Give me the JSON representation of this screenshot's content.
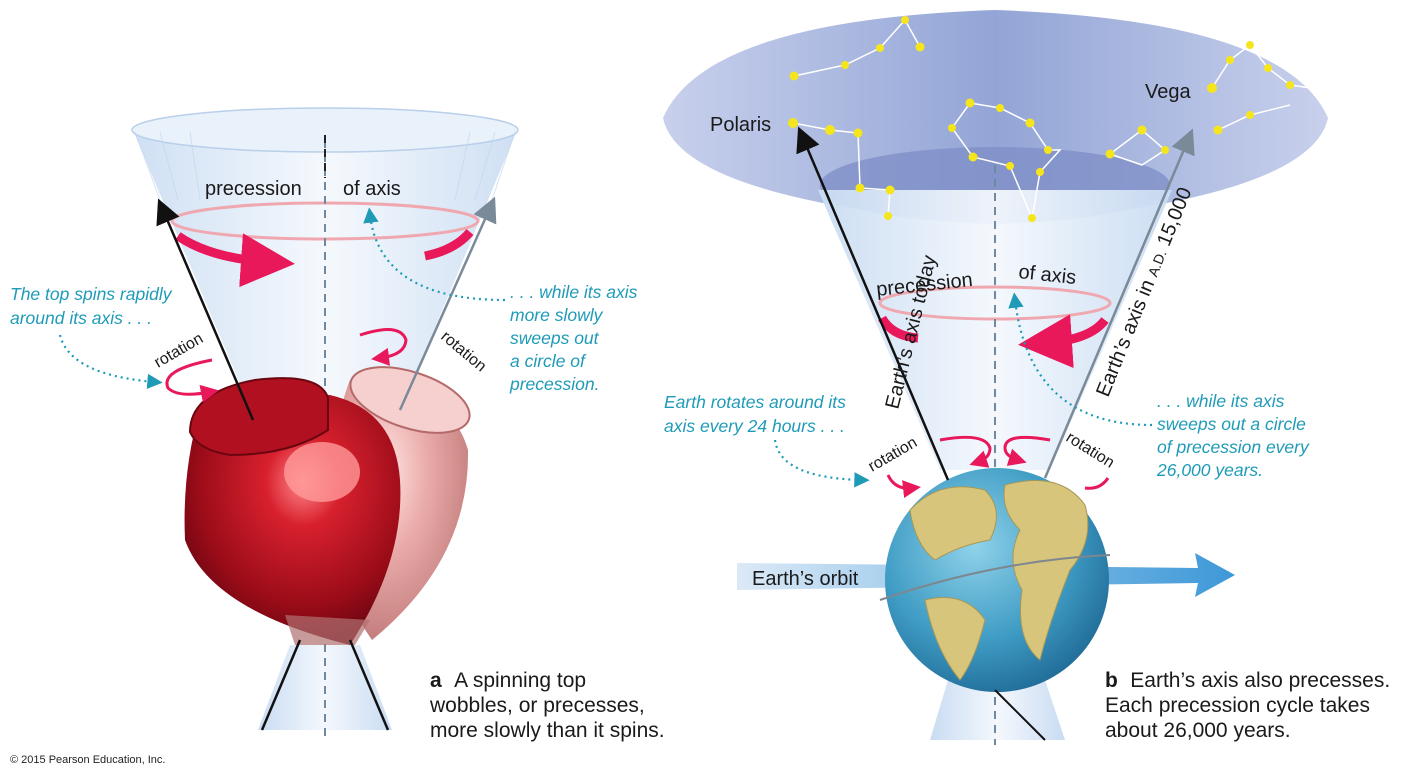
{
  "panel_a": {
    "cone_label_left": "precession",
    "cone_label_right": "of axis",
    "rotation_left": "rotation",
    "rotation_right": "rotation",
    "note_left": [
      "The top spins rapidly",
      "around its axis . . ."
    ],
    "note_right": [
      ". . . while its axis",
      "more slowly",
      "sweeps out",
      "a circle of",
      "precession."
    ],
    "caption_letter": "a",
    "caption_lines": [
      "A spinning top",
      "wobbles, or precesses,",
      "more slowly than it spins."
    ]
  },
  "panel_b": {
    "star_polaris": "Polaris",
    "star_vega": "Vega",
    "axis_today": "Earth’s axis today",
    "axis_future_prefix": "Earth’s axis in ",
    "axis_future_era": "A.D.",
    "axis_future_year": " 15,000",
    "cone_label_left": "precession",
    "cone_label_right": "of axis",
    "rotation_left": "rotation",
    "rotation_right": "rotation",
    "note_left": [
      "Earth rotates around its",
      "axis every 24 hours . . ."
    ],
    "note_right": [
      ". . .  while its axis",
      "sweeps out a circle",
      "of precession every",
      "26,000 years."
    ],
    "orbit_label": "Earth’s orbit",
    "caption_letter": "b",
    "caption_lines": [
      "Earth’s axis also precesses.",
      "Each precession cycle takes",
      "about 26,000 years."
    ]
  },
  "copyright": "© 2015 Pearson Education, Inc.",
  "colors": {
    "accent_teal": "#1f9bb8",
    "arrow_magenta": "#e8185a",
    "top_red": "#a0101c",
    "top_pink": "#d98a8a",
    "cone_blue": "#dce9f7",
    "sky": "#a4b4dc",
    "star_yellow": "#f5e51c",
    "orbit_blue": "#4aa3dc"
  }
}
